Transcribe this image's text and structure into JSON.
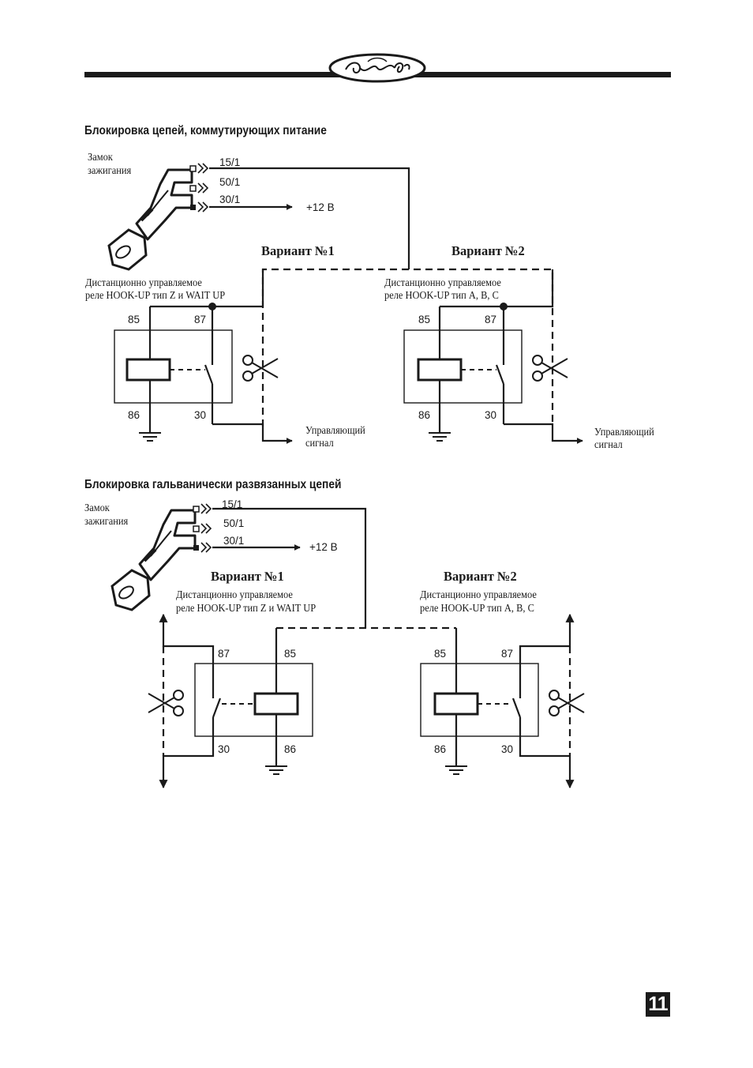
{
  "page_number": "11",
  "sections": [
    {
      "title": "Блокировка цепей, коммутирующих питание",
      "ignition_label": [
        "Замок",
        "зажигания"
      ],
      "terminals": [
        "15/1",
        "50/1",
        "30/1"
      ],
      "supply_label": "+12 В",
      "variants": [
        {
          "title": "Вариант №1",
          "relay_desc": [
            "Дистанционно управляемое",
            "реле HOOK-UP тип Z и WAIT UP"
          ],
          "pins": [
            "85",
            "87",
            "86",
            "30"
          ],
          "output_label": [
            "Управляющий",
            "сигнал"
          ]
        },
        {
          "title": "Вариант №2",
          "relay_desc": [
            "Дистанционно управляемое",
            "реле HOOK-UP тип A, B, C"
          ],
          "pins": [
            "85",
            "87",
            "86",
            "30"
          ],
          "output_label": [
            "Управляющий",
            "сигнал"
          ]
        }
      ]
    },
    {
      "title": "Блокировка гальванически развязанных цепей",
      "ignition_label": [
        "Замок",
        "зажигания"
      ],
      "terminals": [
        "15/1",
        "50/1",
        "30/1"
      ],
      "supply_label": "+12 В",
      "variants": [
        {
          "title": "Вариант №1",
          "relay_desc": [
            "Дистанционно управляемое",
            "реле HOOK-UP тип Z и WAIT UP"
          ],
          "pins": [
            "87",
            "85",
            "30",
            "86"
          ]
        },
        {
          "title": "Вариант №2",
          "relay_desc": [
            "Дистанционно управляемое",
            "реле HOOK-UP тип A, B, C"
          ],
          "pins": [
            "85",
            "87",
            "86",
            "30"
          ]
        }
      ]
    }
  ]
}
